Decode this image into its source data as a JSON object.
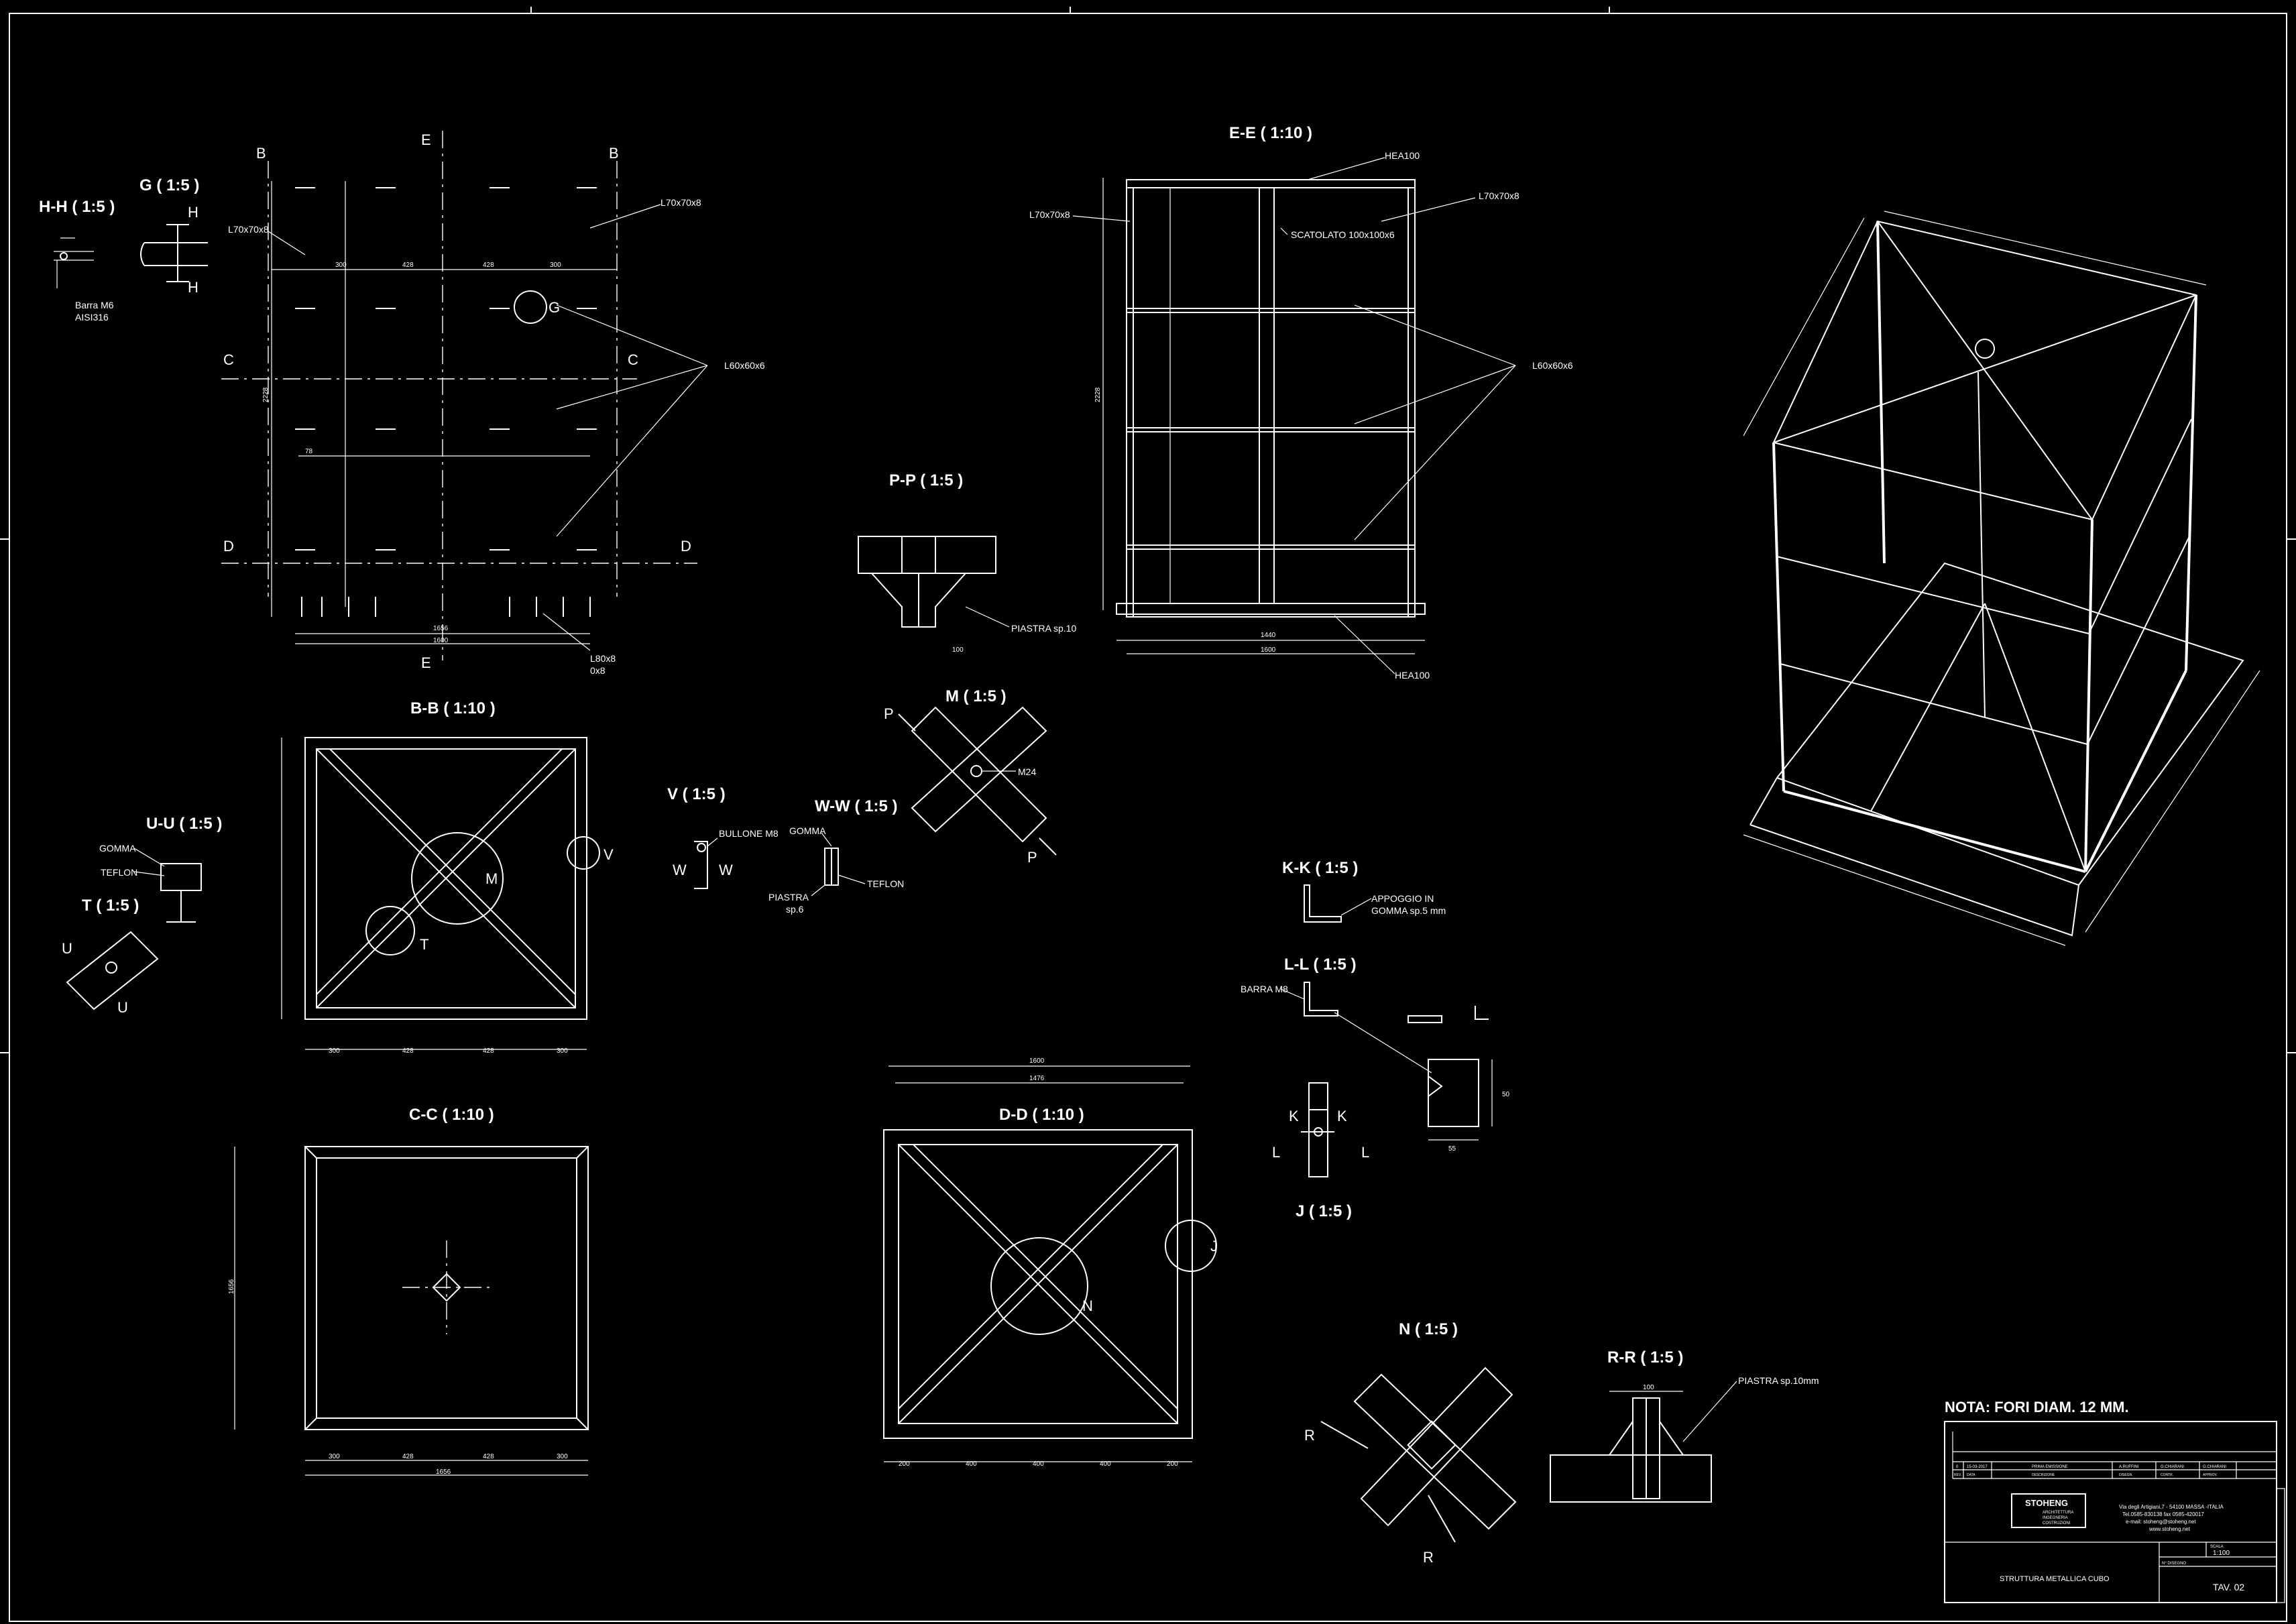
{
  "titles": {
    "HH": "H-H ( 1:5 )",
    "G": "G ( 1:5 )",
    "EE": "E-E ( 1:10 )",
    "PP": "P-P ( 1:5 )",
    "BB": "B-B ( 1:10 )",
    "UU": "U-U ( 1:5 )",
    "T": "T ( 1:5 )",
    "V": "V ( 1:5 )",
    "WW": "W-W ( 1:5 )",
    "M": "M ( 1:5 )",
    "KK": "K-K ( 1:5 )",
    "LL": "L-L ( 1:5 )",
    "J": "J ( 1:5 )",
    "CC": "C-C ( 1:10 )",
    "DD": "D-D ( 1:10 )",
    "N": "N ( 1:5 )",
    "RR": "R-R ( 1:5 )"
  },
  "letters": {
    "B": "B",
    "E": "E",
    "C": "C",
    "D": "D",
    "G": "G",
    "H": "H",
    "U": "U",
    "V": "V",
    "W": "W",
    "M": "M",
    "T": "T",
    "P": "P",
    "K": "K",
    "L": "L",
    "J": "J",
    "N": "N",
    "R": "R"
  },
  "labels": {
    "l70x70x8": "L70x70x8",
    "l60x60x6": "L60x60x6",
    "l80x8": "L80x8",
    "l80x8b": "0x8",
    "hea100": "HEA100",
    "scatolato": "SCATOLATO 100x100x6",
    "piastra10": "PIASTRA sp.10",
    "piastra10mm": "PIASTRA sp.10mm",
    "barra_m6": "Barra M6",
    "aisi316": "AISI316",
    "gomma": "GOMMA",
    "teflon": "TEFLON",
    "bullone_m8": "BULLONE M8",
    "piastra": "PIASTRA",
    "sp6": "sp.6",
    "m24": "M24",
    "appoggio1": "APPOGGIO IN",
    "appoggio2": "GOMMA sp.5 mm",
    "barra_m8": "BARRA M8"
  },
  "dims": {
    "d1656": "1656",
    "d1600": "1600",
    "d1476": "1476",
    "d1440": "1440",
    "d300": "300",
    "d428": "428",
    "d400": "400",
    "d2228": "2228",
    "d100": "100",
    "d200": "200",
    "d55": "55",
    "d50": "50",
    "d78": "78"
  },
  "nota": "NOTA: FORI DIAM. 12 MM.",
  "title_block": {
    "rev": "0",
    "date": "15-03-2017",
    "description": "PRIMA EMISSIONE",
    "drawn": "A.RUFFINI",
    "checked": "G.CHIARANI",
    "approved": "G.CHIARANI",
    "col_rev": "REV.",
    "col_date": "DATA",
    "col_desc": "DESCRIZIONE",
    "col_drawn": "DISEGN.",
    "col_checked": "CONTR.",
    "col_approved": "APPROV.",
    "company": "STOHENG",
    "company_sub1": "ARCHITETTURA",
    "company_sub2": "INGEGNERIA",
    "company_sub3": "COSTRUZIONI",
    "addr1": "Via degli Artigiani,7 - 54100 MASSA -ITALIA",
    "addr2": "Tel.0585-830138 fax 0585-420017",
    "addr3": "e-mail: stoheng@stoheng.net",
    "addr4": "www.stoheng.net",
    "scale_label": "SCALA",
    "scale": "1:100",
    "drawing_label": "N° DISEGNO",
    "project_title": "STRUTTURA METALLICA CUBO",
    "sheet": "TAV. 02"
  }
}
